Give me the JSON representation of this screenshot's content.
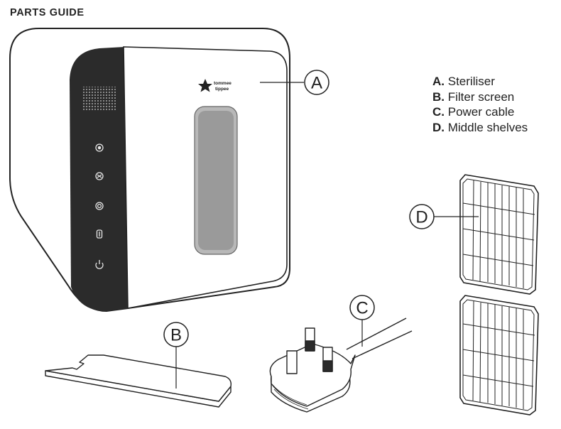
{
  "header": {
    "title": "PARTS GUIDE"
  },
  "brand": {
    "line1": "tommee",
    "line2": "tippee"
  },
  "legend": {
    "items": [
      {
        "letter": "A.",
        "label": "Steriliser"
      },
      {
        "letter": "B.",
        "label": "Filter screen"
      },
      {
        "letter": "C.",
        "label": "Power cable"
      },
      {
        "letter": "D.",
        "label": "Middle shelves"
      }
    ]
  },
  "callouts": {
    "a": "A",
    "b": "B",
    "c": "C",
    "d": "D"
  },
  "control_panel": {
    "icons": [
      "sterilise-icon",
      "dry-icon",
      "auto-icon",
      "storage-icon",
      "power-icon"
    ]
  },
  "colors": {
    "line": "#222222",
    "panel": "#2b2b2b",
    "window": "#9a9a9a"
  }
}
